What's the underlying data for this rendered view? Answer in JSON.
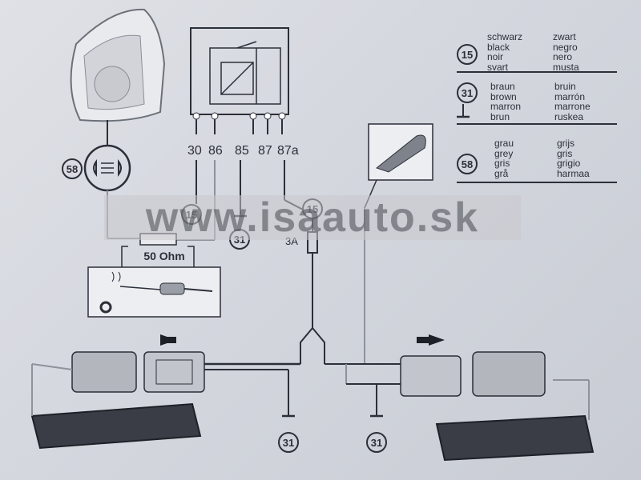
{
  "legend": {
    "c15": {
      "id": "15",
      "left": [
        "schwarz",
        "black",
        "noir",
        "svart"
      ],
      "right": [
        "zwart",
        "negro",
        "nero",
        "musta"
      ]
    },
    "c31": {
      "id": "31",
      "left": [
        "braun",
        "brown",
        "marron",
        "brun"
      ],
      "right": [
        "bruin",
        "marrón",
        "marrone",
        "ruskea"
      ]
    },
    "c58": {
      "id": "58",
      "left": [
        "grau",
        "grey",
        "gris",
        "grå"
      ],
      "right": [
        "grijs",
        "gris",
        "grigio",
        "harmaa"
      ]
    }
  },
  "relay_pins": [
    "30",
    "86",
    "85",
    "87",
    "87a"
  ],
  "labels": {
    "lamp_circuit": "58",
    "pin86_wire": "15",
    "pin85_ground": "31",
    "pin87a_wire": "15",
    "fuse": "3A",
    "resistor": "50 Ohm",
    "ground_left": "31",
    "ground_right": "31"
  },
  "watermark": "www.isaauto.sk",
  "colors": {
    "line": "#2b2f38",
    "grey_wire": "#8e929a",
    "paper": "#d6d9df"
  }
}
